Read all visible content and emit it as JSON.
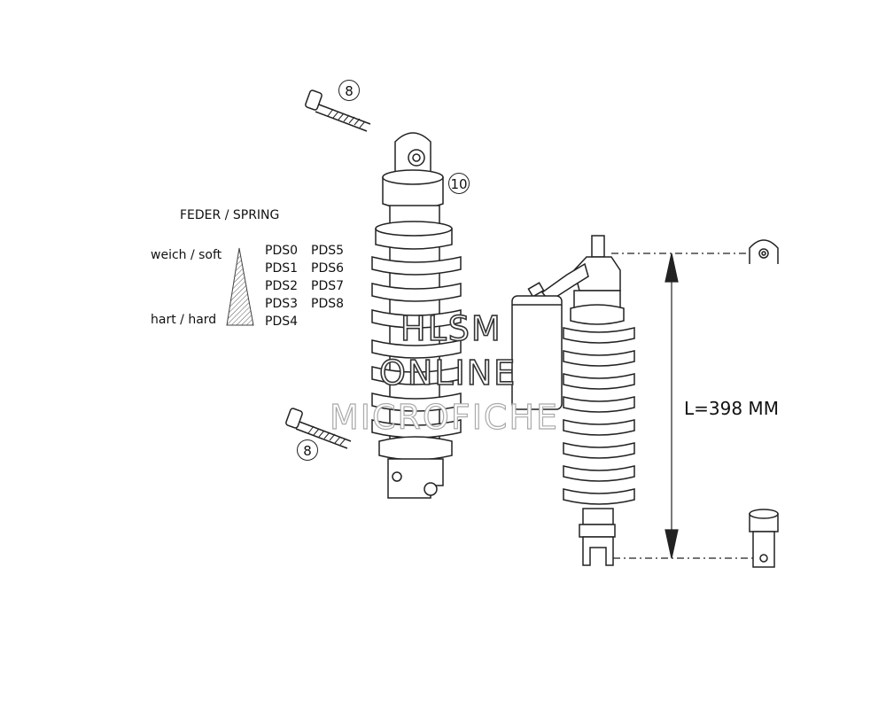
{
  "spring_legend": {
    "title": "FEDER / SPRING",
    "soft_label": "weich / soft",
    "hard_label": "hart / hard",
    "codes": [
      "PDS0",
      "PDS1",
      "PDS2",
      "PDS3",
      "PDS4",
      "PDS5",
      "PDS6",
      "PDS7",
      "PDS8"
    ]
  },
  "callouts": {
    "bolt_top": "8",
    "shock": "10",
    "bolt_bottom": "8"
  },
  "dimension": {
    "label": "L=398 MM"
  },
  "watermark": {
    "line1": "HLSM",
    "line2": "ONLINE",
    "line3": "MICROFICHE"
  }
}
